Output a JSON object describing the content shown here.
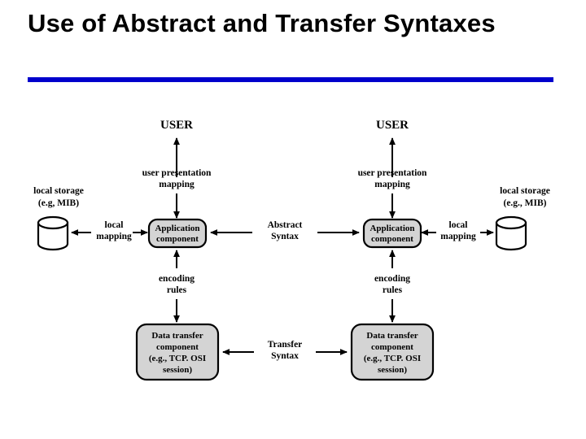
{
  "slide": {
    "title": "Use of Abstract and Transfer Syntaxes",
    "rule_color": "#0000CC",
    "background_color": "#FFFFFF"
  },
  "diagram": {
    "type": "block-diagram",
    "box_fill_color": "#D4D4D4",
    "cylinder_fill_color": "#FFFFFF",
    "stroke_color": "#000000",
    "left": {
      "user_label": "USER",
      "user_mapping_label_line1": "user presentation",
      "user_mapping_label_line2": "mapping",
      "storage_label_line1": "local storage",
      "storage_label_line2": "(e.g, MIB)",
      "local_mapping_label_line1": "local",
      "local_mapping_label_line2": "mapping",
      "application_component_line1": "Application",
      "application_component_line2": "component",
      "encoding_label_line1": "encoding",
      "encoding_label_line2": "rules",
      "data_transfer_line1": "Data transfer",
      "data_transfer_line2": "component",
      "data_transfer_line3": "(e.g., TCP. OSI",
      "data_transfer_line4": "session)"
    },
    "right": {
      "user_label": "USER",
      "user_mapping_label_line1": "user presentation",
      "user_mapping_label_line2": "mapping",
      "storage_label_line1": "local storage",
      "storage_label_line2": "(e.g., MIB)",
      "local_mapping_label_line1": "local",
      "local_mapping_label_line2": "mapping",
      "application_component_line1": "Application",
      "application_component_line2": "component",
      "encoding_label_line1": "encoding",
      "encoding_label_line2": "rules",
      "data_transfer_line1": "Data transfer",
      "data_transfer_line2": "component",
      "data_transfer_line3": "(e.g., TCP. OSI",
      "data_transfer_line4": "session)"
    },
    "center": {
      "abstract_syntax_line1": "Abstract",
      "abstract_syntax_line2": "Syntax",
      "transfer_syntax_line1": "Transfer",
      "transfer_syntax_line2": "Syntax"
    }
  }
}
